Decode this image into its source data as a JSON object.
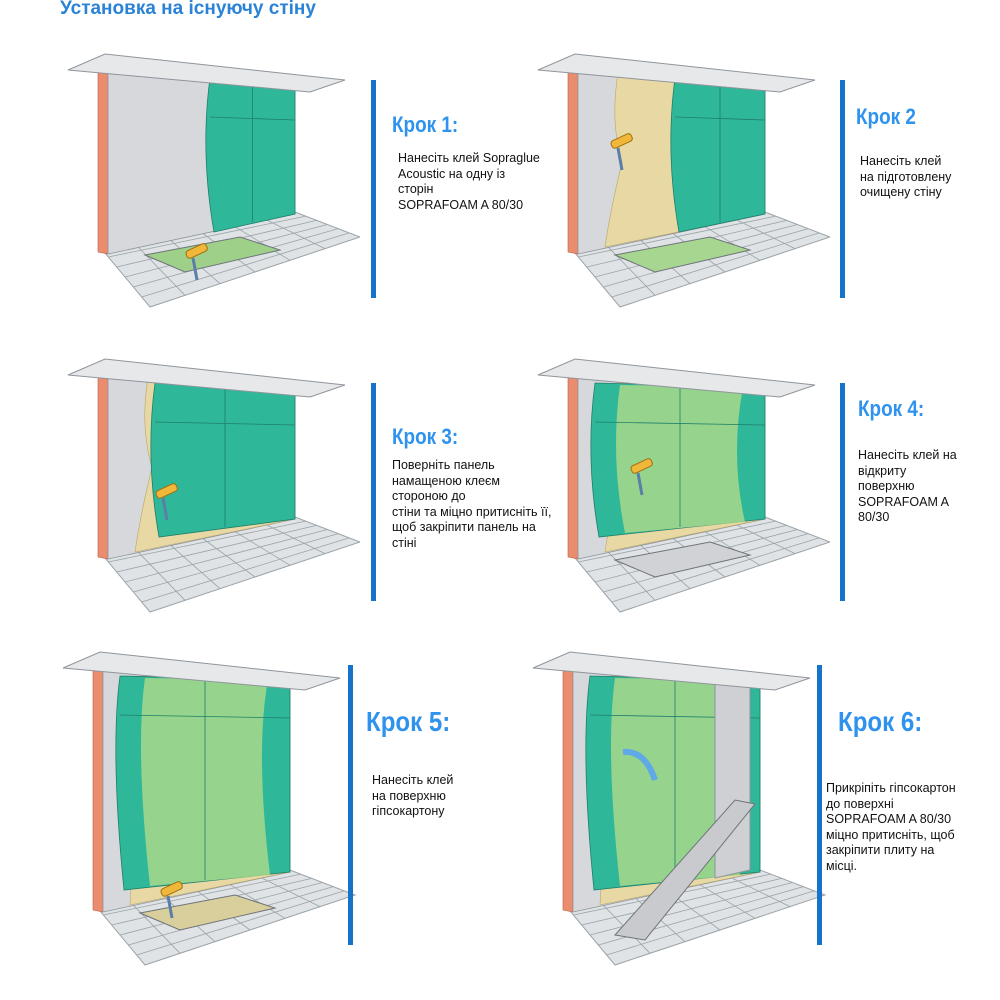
{
  "title": "Установка на існуючу стіну",
  "steps": [
    {
      "heading": "Крок 1:",
      "lines": [
        "Нанесіть клей Sopraglue",
        "Acoustic на одну із",
        "сторін",
        "SOPRAFOAM A 80/30"
      ]
    },
    {
      "heading": "Крок 2",
      "lines": [
        "Нанесіть клей",
        "на підготовлену",
        "очищену стіну"
      ]
    },
    {
      "heading": "Крок 3:",
      "lines": [
        "Поверніть панель",
        "намащеною клеєм",
        "стороною до",
        "стіни та міцно притисніть її,",
        "щоб закріпити панель на",
        "стіні"
      ]
    },
    {
      "heading": "Крок 4:",
      "lines": [
        "Нанесіть клей на",
        "відкриту",
        "поверхню",
        "SOPRAFOAM A",
        "80/30"
      ]
    },
    {
      "heading": "Крок 5:",
      "lines": [
        "Нанесіть клей",
        "на поверхню",
        "гіпсокартону"
      ]
    },
    {
      "heading": "Крок 6:",
      "lines": [
        "Прикріпіть гіпсокартон",
        "до поверхні",
        "SOPRAFOAM A 80/30",
        "міцно притисніть, щоб",
        "закріпити плиту на",
        "місці."
      ]
    }
  ],
  "colors": {
    "accent": "#2f93ee",
    "bar": "#1573c9",
    "panel": "#2fb79a",
    "glue": "#e8d9a4",
    "wall": "#d7d8dc",
    "brick": "#e98d6e"
  }
}
